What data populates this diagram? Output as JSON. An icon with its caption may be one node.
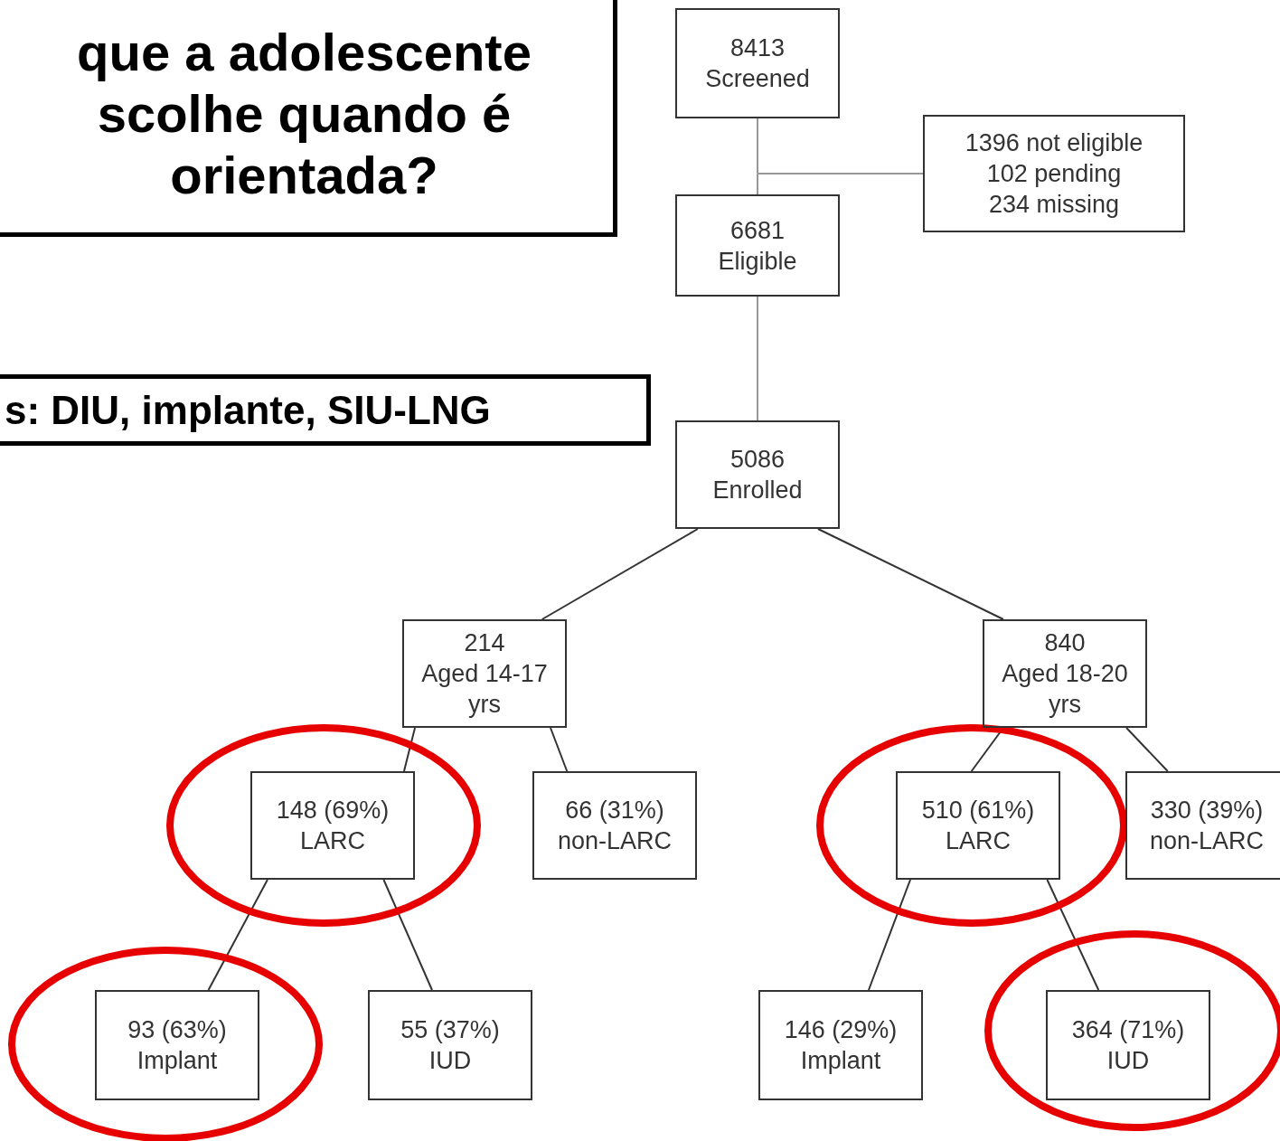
{
  "diagram": {
    "nodes": [
      {
        "text": [
          "que a adolescente scolhe quando é orientada?"
        ]
      },
      {
        "text": [
          "s: DIU, implante, SIU-LNG"
        ]
      },
      {
        "text": [
          "8413",
          "Screened"
        ]
      },
      {
        "text": [
          "1396 not eligible",
          "102 pending",
          "234 missing"
        ]
      },
      {
        "text": [
          "6681",
          "Eligible"
        ]
      },
      {
        "text": [
          "5086",
          "Enrolled"
        ]
      },
      {
        "text": [
          "214",
          "Aged 14-17 yrs"
        ]
      },
      {
        "text": [
          "840",
          "Aged 18-20 yrs"
        ]
      },
      {
        "text": [
          "148 (69%)",
          "LARC"
        ]
      },
      {
        "text": [
          "66 (31%)",
          "non-LARC"
        ]
      },
      {
        "text": [
          "510 (61%)",
          "LARC"
        ]
      },
      {
        "text": [
          "330 (39%)",
          "non-LARC"
        ]
      },
      {
        "text": [
          "93 (63%)",
          "Implant"
        ]
      },
      {
        "text": [
          "55 (37%)",
          "IUD"
        ]
      },
      {
        "text": [
          "146 (29%)",
          "Implant"
        ]
      },
      {
        "text": [
          "364 (71%)",
          "IUD"
        ]
      }
    ],
    "edges": [
      {
        "from": 2,
        "to": 4,
        "arrow": "none",
        "color": "#999999"
      },
      {
        "from": 2,
        "to": 3,
        "arrow": "none",
        "color": "#999999"
      },
      {
        "from": 4,
        "to": 5,
        "arrow": "none",
        "color": "#999999"
      },
      {
        "from": 5,
        "to": 6,
        "arrow": "none"
      },
      {
        "from": 5,
        "to": 7,
        "arrow": "none"
      },
      {
        "from": 6,
        "to": 8,
        "arrow": "none"
      },
      {
        "from": 6,
        "to": 9,
        "arrow": "none"
      },
      {
        "from": 7,
        "to": 10,
        "arrow": "none"
      },
      {
        "from": 7,
        "to": 11,
        "arrow": "none"
      },
      {
        "from": 8,
        "to": 12,
        "arrow": "none"
      },
      {
        "from": 8,
        "to": 13,
        "arrow": "none"
      },
      {
        "from": 10,
        "to": 14,
        "arrow": "none"
      },
      {
        "from": 10,
        "to": 15,
        "arrow": "none"
      }
    ]
  }
}
